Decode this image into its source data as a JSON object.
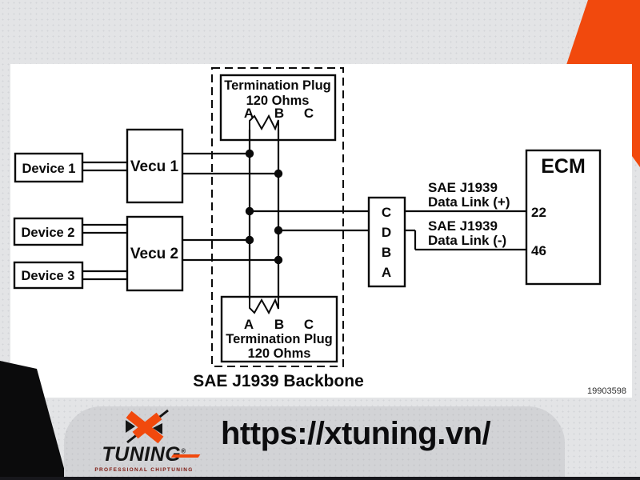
{
  "diagram": {
    "device1": "Device 1",
    "device2": "Device 2",
    "device3": "Device 3",
    "vecu1": "Vecu 1",
    "vecu2": "Vecu 2",
    "term_top_title": "Termination Plug",
    "term_top_ohms": "120 Ohms",
    "term_top_a": "A",
    "term_top_b": "B",
    "term_top_c": "C",
    "term_bot_a": "A",
    "term_bot_b": "B",
    "term_bot_c": "C",
    "term_bot_title": "Termination Plug",
    "term_bot_ohms": "120 Ohms",
    "backbone_label": "SAE J1939 Backbone",
    "conn_c": "C",
    "conn_d": "D",
    "conn_b": "B",
    "conn_a": "A",
    "dl_plus_1": "SAE J1939",
    "dl_plus_2": "Data Link (+)",
    "dl_minus_1": "SAE J1939",
    "dl_minus_2": "Data Link (-)",
    "ecm_title": "ECM",
    "ecm_pin_plus": "22",
    "ecm_pin_minus": "46",
    "figure_number": "19903598"
  },
  "footer": {
    "brand": "TUNING",
    "registered": "®",
    "tagline": "PROFESSIONAL CHIPTUNING",
    "url": "https://xtuning.vn/"
  },
  "colors": {
    "accent_orange": "#f1490d",
    "background": "#e3e4e6",
    "banner": "#d2d3d6",
    "black_shape": "#0b0b0c",
    "line": "#0a0a0a"
  }
}
